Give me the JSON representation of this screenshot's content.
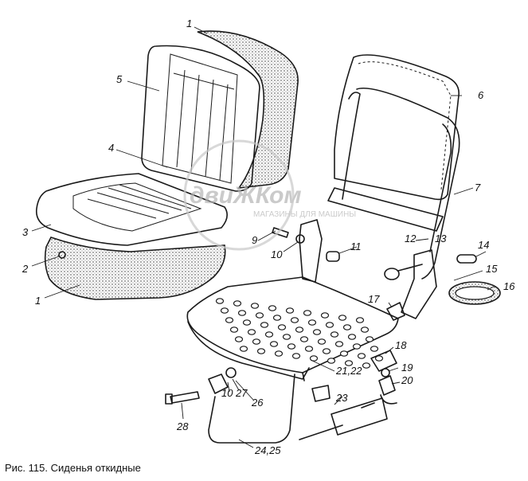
{
  "caption": "Рис. 115. Сиденья откидные",
  "watermark": {
    "brand": "двиЖКом",
    "tagline": "МАГАЗИНЫ ДЛЯ МАШИНЫ"
  },
  "callouts": [
    {
      "id": "c1a",
      "text": "1"
    },
    {
      "id": "c1b",
      "text": "1"
    },
    {
      "id": "c2",
      "text": "2"
    },
    {
      "id": "c3",
      "text": "3"
    },
    {
      "id": "c4",
      "text": "4"
    },
    {
      "id": "c5",
      "text": "5"
    },
    {
      "id": "c6",
      "text": "6"
    },
    {
      "id": "c7",
      "text": "7"
    },
    {
      "id": "c9",
      "text": "9"
    },
    {
      "id": "c10a",
      "text": "10"
    },
    {
      "id": "c10b",
      "text": "10"
    },
    {
      "id": "c11",
      "text": "11"
    },
    {
      "id": "c12",
      "text": "12"
    },
    {
      "id": "c13",
      "text": "13"
    },
    {
      "id": "c14",
      "text": "14"
    },
    {
      "id": "c15",
      "text": "15"
    },
    {
      "id": "c16",
      "text": "16"
    },
    {
      "id": "c17",
      "text": "17"
    },
    {
      "id": "c18",
      "text": "18"
    },
    {
      "id": "c19",
      "text": "19"
    },
    {
      "id": "c20",
      "text": "20"
    },
    {
      "id": "c2122",
      "text": "21,22"
    },
    {
      "id": "c23",
      "text": "23"
    },
    {
      "id": "c2425",
      "text": "24,25"
    },
    {
      "id": "c26",
      "text": "26"
    },
    {
      "id": "c27",
      "text": "27"
    },
    {
      "id": "c28",
      "text": "28"
    }
  ]
}
